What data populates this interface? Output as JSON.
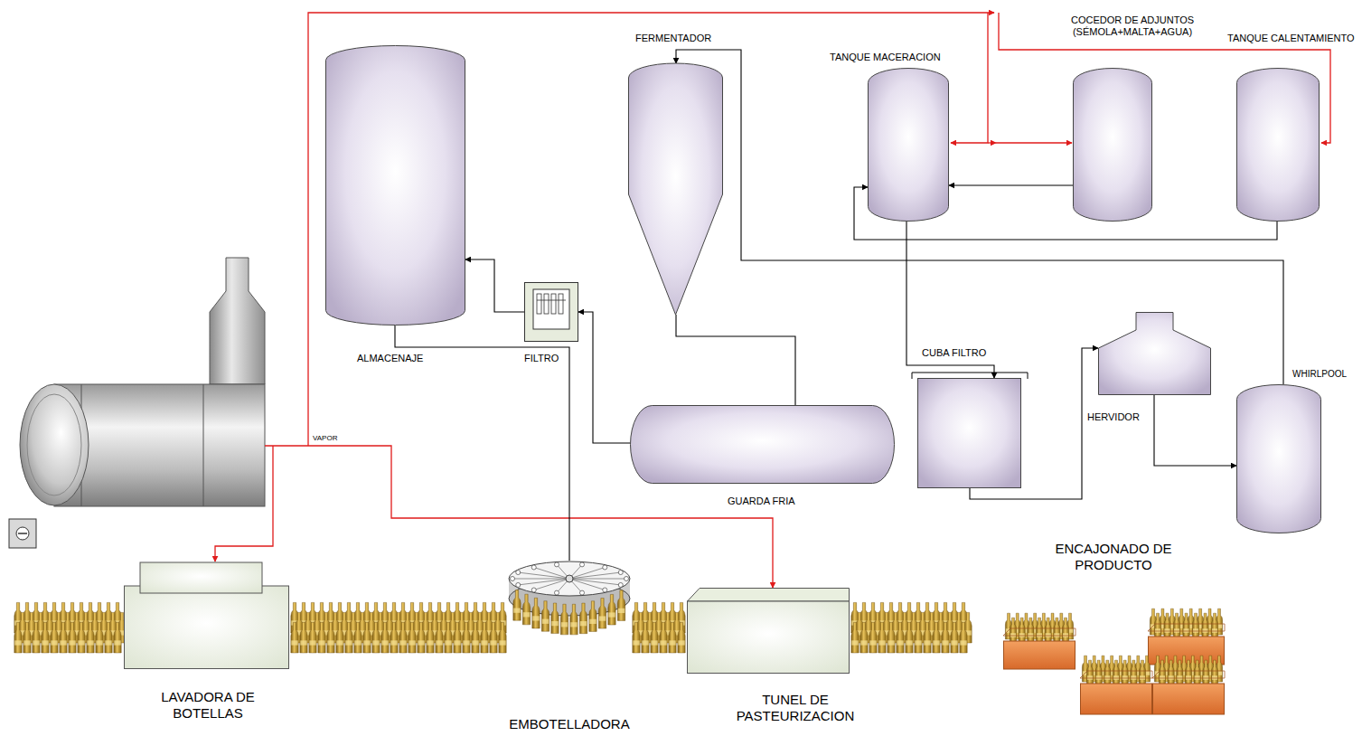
{
  "diagram": {
    "nodes": [
      {
        "text": [
          "ALMACENAJE"
        ]
      },
      {
        "text": [
          "FERMENTADOR"
        ]
      },
      {
        "text": [
          "TANQUE MACERACION"
        ]
      },
      {
        "text": [
          "COCEDOR DE ADJUNTOS (SÉMOLA+MALTA+AGUA)"
        ]
      },
      {
        "text": [
          "TANQUE CALENTAMIENTO"
        ]
      },
      {
        "text": [
          "FILTRO"
        ]
      },
      {
        "text": [
          "GUARDA FRIA"
        ]
      },
      {
        "text": [
          "CUBA FILTRO"
        ]
      },
      {
        "text": [
          "HERVIDOR"
        ]
      },
      {
        "text": [
          "WHIRLPOOL"
        ]
      },
      {
        "text": [
          "LAVADORA DE BOTELLAS"
        ]
      },
      {
        "text": [
          "EMBOTELLADORA"
        ]
      },
      {
        "text": [
          "TUNEL DE PASTEURIZACION"
        ]
      },
      {
        "text": [
          "ENCAJONADO DE PRODUCTO"
        ]
      }
    ],
    "edges": [
      {
        "from": 4,
        "to": 2,
        "arrow": "to"
      },
      {
        "from": 3,
        "to": 2,
        "arrow": "to"
      },
      {
        "from": 2,
        "to": 7,
        "arrow": "to"
      },
      {
        "from": 7,
        "to": 8,
        "arrow": "to"
      },
      {
        "from": 8,
        "to": 9,
        "arrow": "to"
      },
      {
        "from": 9,
        "to": 1,
        "arrow": "to"
      },
      {
        "from": 1,
        "to": 6,
        "arrow": "none"
      },
      {
        "from": 6,
        "to": 5,
        "arrow": "to"
      },
      {
        "from": 5,
        "to": 0,
        "arrow": "to"
      },
      {
        "from": 0,
        "to": 11,
        "arrow": "none"
      }
    ],
    "labels": [
      "VAPOR"
    ]
  }
}
